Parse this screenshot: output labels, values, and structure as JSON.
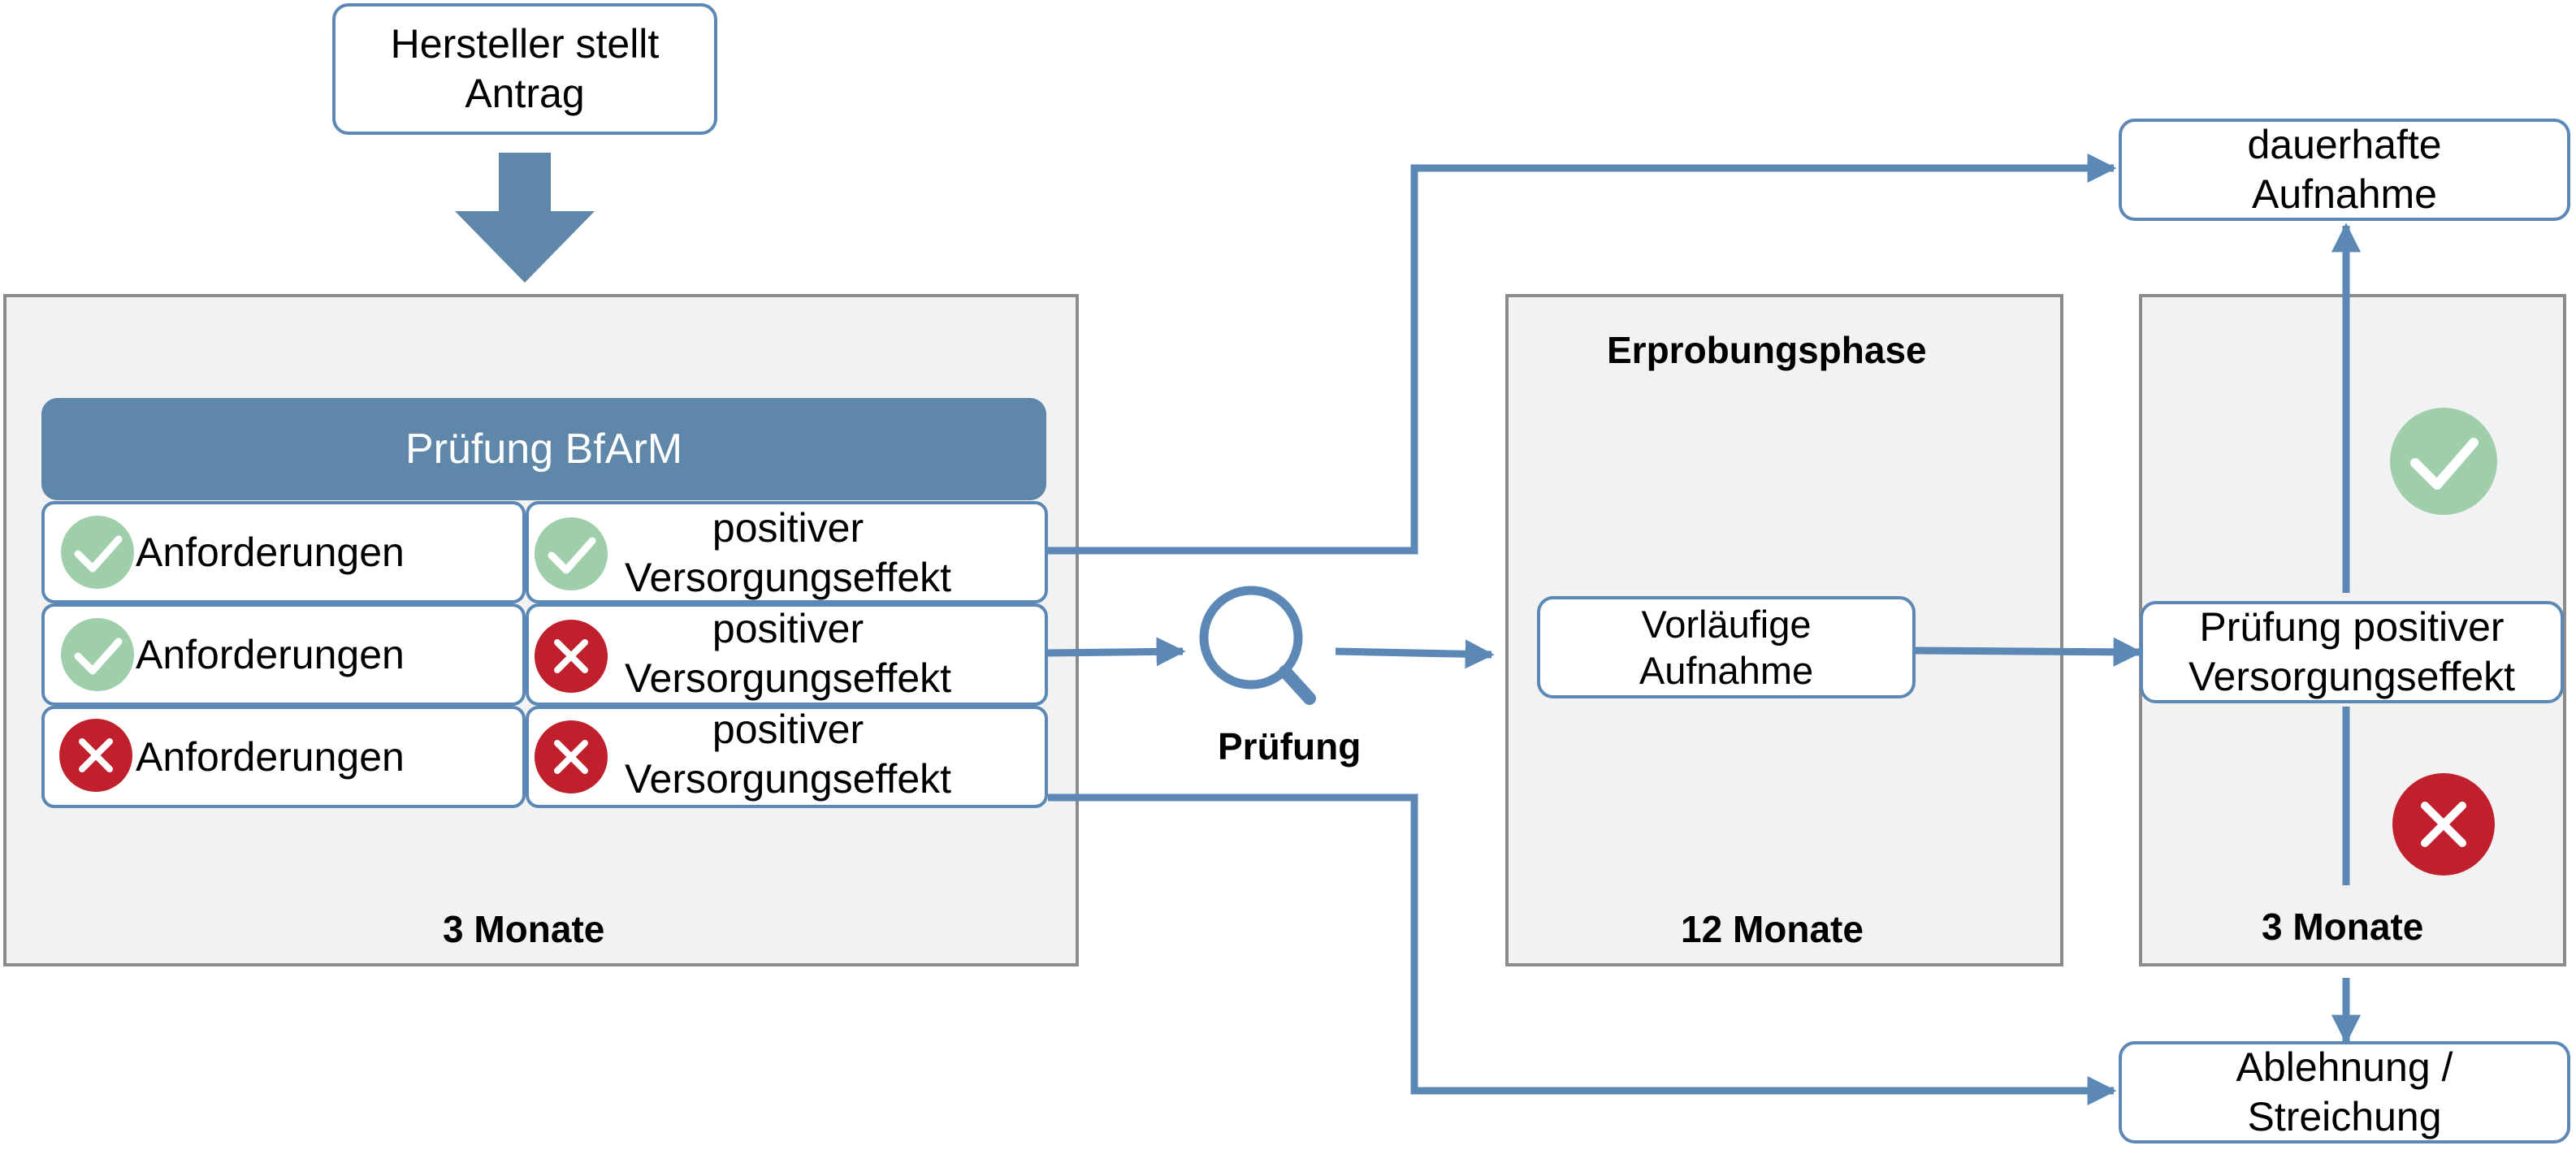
{
  "colors": {
    "arrow": "#5b88b5",
    "accent_dark": "#5e87aa",
    "check": "#9ecfaa",
    "cross": "#c0202c",
    "panel_bg": "#f2f2f2"
  },
  "start": {
    "label": "Hersteller stellt Antrag"
  },
  "left_panel": {
    "header": "Prüfung BfArM",
    "duration": "3 Monate",
    "rows": [
      {
        "requirements": "Anforderungen",
        "requirements_status": "check-icon",
        "effect_line1": "positiver",
        "effect_line2": "Versorgungseffekt",
        "effect_status": "check-icon"
      },
      {
        "requirements": "Anforderungen",
        "requirements_status": "check-icon",
        "effect_line1": "positiver",
        "effect_line2": "Versorgungseffekt",
        "effect_status": "cross-icon"
      },
      {
        "requirements": "Anforderungen",
        "requirements_status": "cross-icon",
        "effect_line1": "positiver",
        "effect_line2": "Versorgungseffekt",
        "effect_status": "cross-icon"
      }
    ]
  },
  "review": {
    "label": "Prüfung",
    "icon": "magnifier-icon"
  },
  "trial_panel": {
    "title": "Erprobungsphase",
    "box_label": "Vorläufige Aufnahme",
    "duration": "12 Monate"
  },
  "final_panel": {
    "box_label": "Prüfung positiver Versorgungseffekt",
    "duration": "3 Monate"
  },
  "outcomes": {
    "accept": "dauerhafte Aufnahme",
    "reject": "Ablehnung / Streichung"
  }
}
